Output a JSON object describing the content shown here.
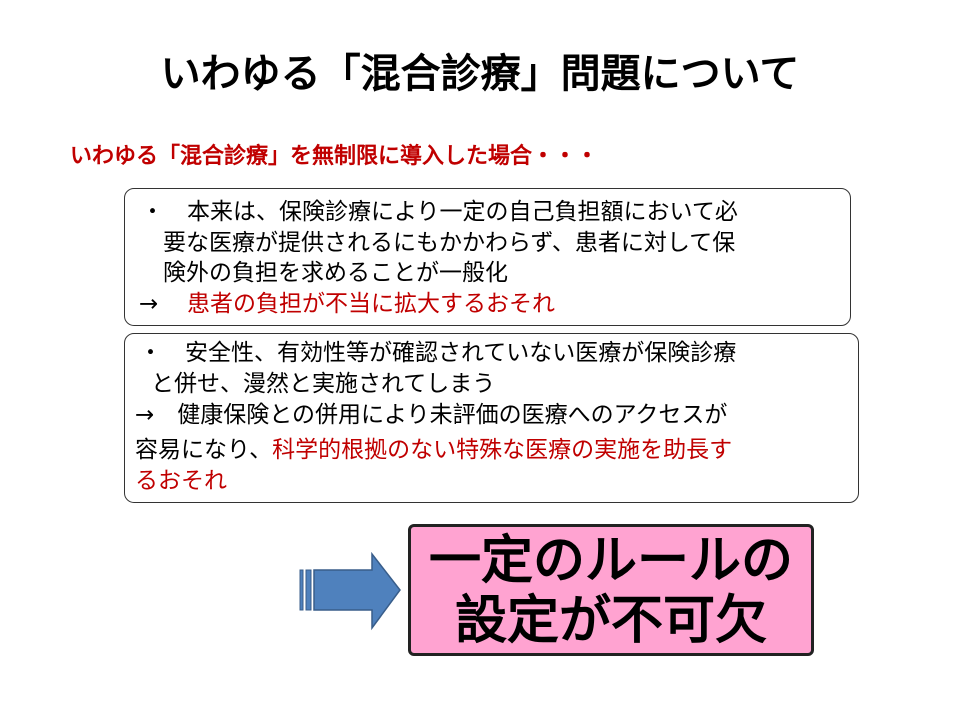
{
  "title": "いわゆる「混合診療」問題について",
  "subtitle": "いわゆる「混合診療」を無制限に導入した場合・・・",
  "box1": {
    "lines": [
      "・　本来は、保険診療により一定の自己負担額において必",
      "要な医療が提供されるにもかかわらず、患者に対して保",
      "険外の負担を求めることが一般化"
    ],
    "arrow": "→",
    "consequence": "患者の負担が不当に拡大するおそれ"
  },
  "box2": {
    "lines": [
      "・　安全性、有効性等が確認されていない医療が保険診療",
      "と併せ、漫然と実施されてしまう",
      "→　健康保険との併用により未評価の医療へのアクセスが"
    ],
    "line4_black": "容易になり、",
    "line4_red": "科学的根拠のない特殊な医療の実施を助長す",
    "line5_red": "るおそれ"
  },
  "conclusion": {
    "line1": "一定のルールの",
    "line2": "設定が不可欠"
  },
  "colors": {
    "accent_red": "#c00000",
    "pink": "#ffa3d1",
    "arrow_blue": "#4f81bd"
  }
}
